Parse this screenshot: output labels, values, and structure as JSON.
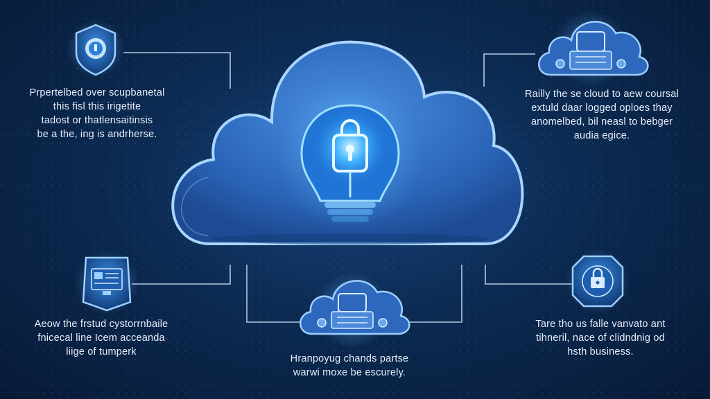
{
  "colors": {
    "background": "#0c2a52",
    "cloud": "#2f6fc4",
    "cloud_outline": "#9fd0ff",
    "glow": "#4fb8ff",
    "connector": "#c9d9ee",
    "text": "#e6eefa"
  },
  "central": {
    "cloud_icon": "cloud-icon",
    "bulb_icon": "lightbulb-lock-icon"
  },
  "nodes": [
    {
      "id": "top-left",
      "icon": "shield-lock-icon",
      "lines": [
        "Prpertelbed over scupbanetal",
        "this fisl this irigetite",
        "tadost or thatlensaitinsis",
        "be a the, ing is andrherse."
      ]
    },
    {
      "id": "top-right",
      "icon": "cloud-server-icon",
      "lines": [
        "Railly the se cloud to aew coursal",
        "extuld daar logged oploes thay",
        "anomelbed, bil neasl to bebger",
        "audia egice."
      ]
    },
    {
      "id": "bottom-left",
      "icon": "monitor-document-icon",
      "lines": [
        "Aeow the frstud cystorrnbaile",
        "fnicecal line Icem acceanda",
        "liige of tumperk"
      ]
    },
    {
      "id": "bottom-center",
      "icon": "cloud-server-icon",
      "lines": [
        "Hranpoyug chands partse",
        "warwi moxe be escurely."
      ]
    },
    {
      "id": "bottom-right",
      "icon": "shield-lock-icon",
      "lines": [
        "Tare tho us falle vanvato ant",
        "tihneril, nace of clidndnig od",
        "hsth business."
      ]
    }
  ]
}
